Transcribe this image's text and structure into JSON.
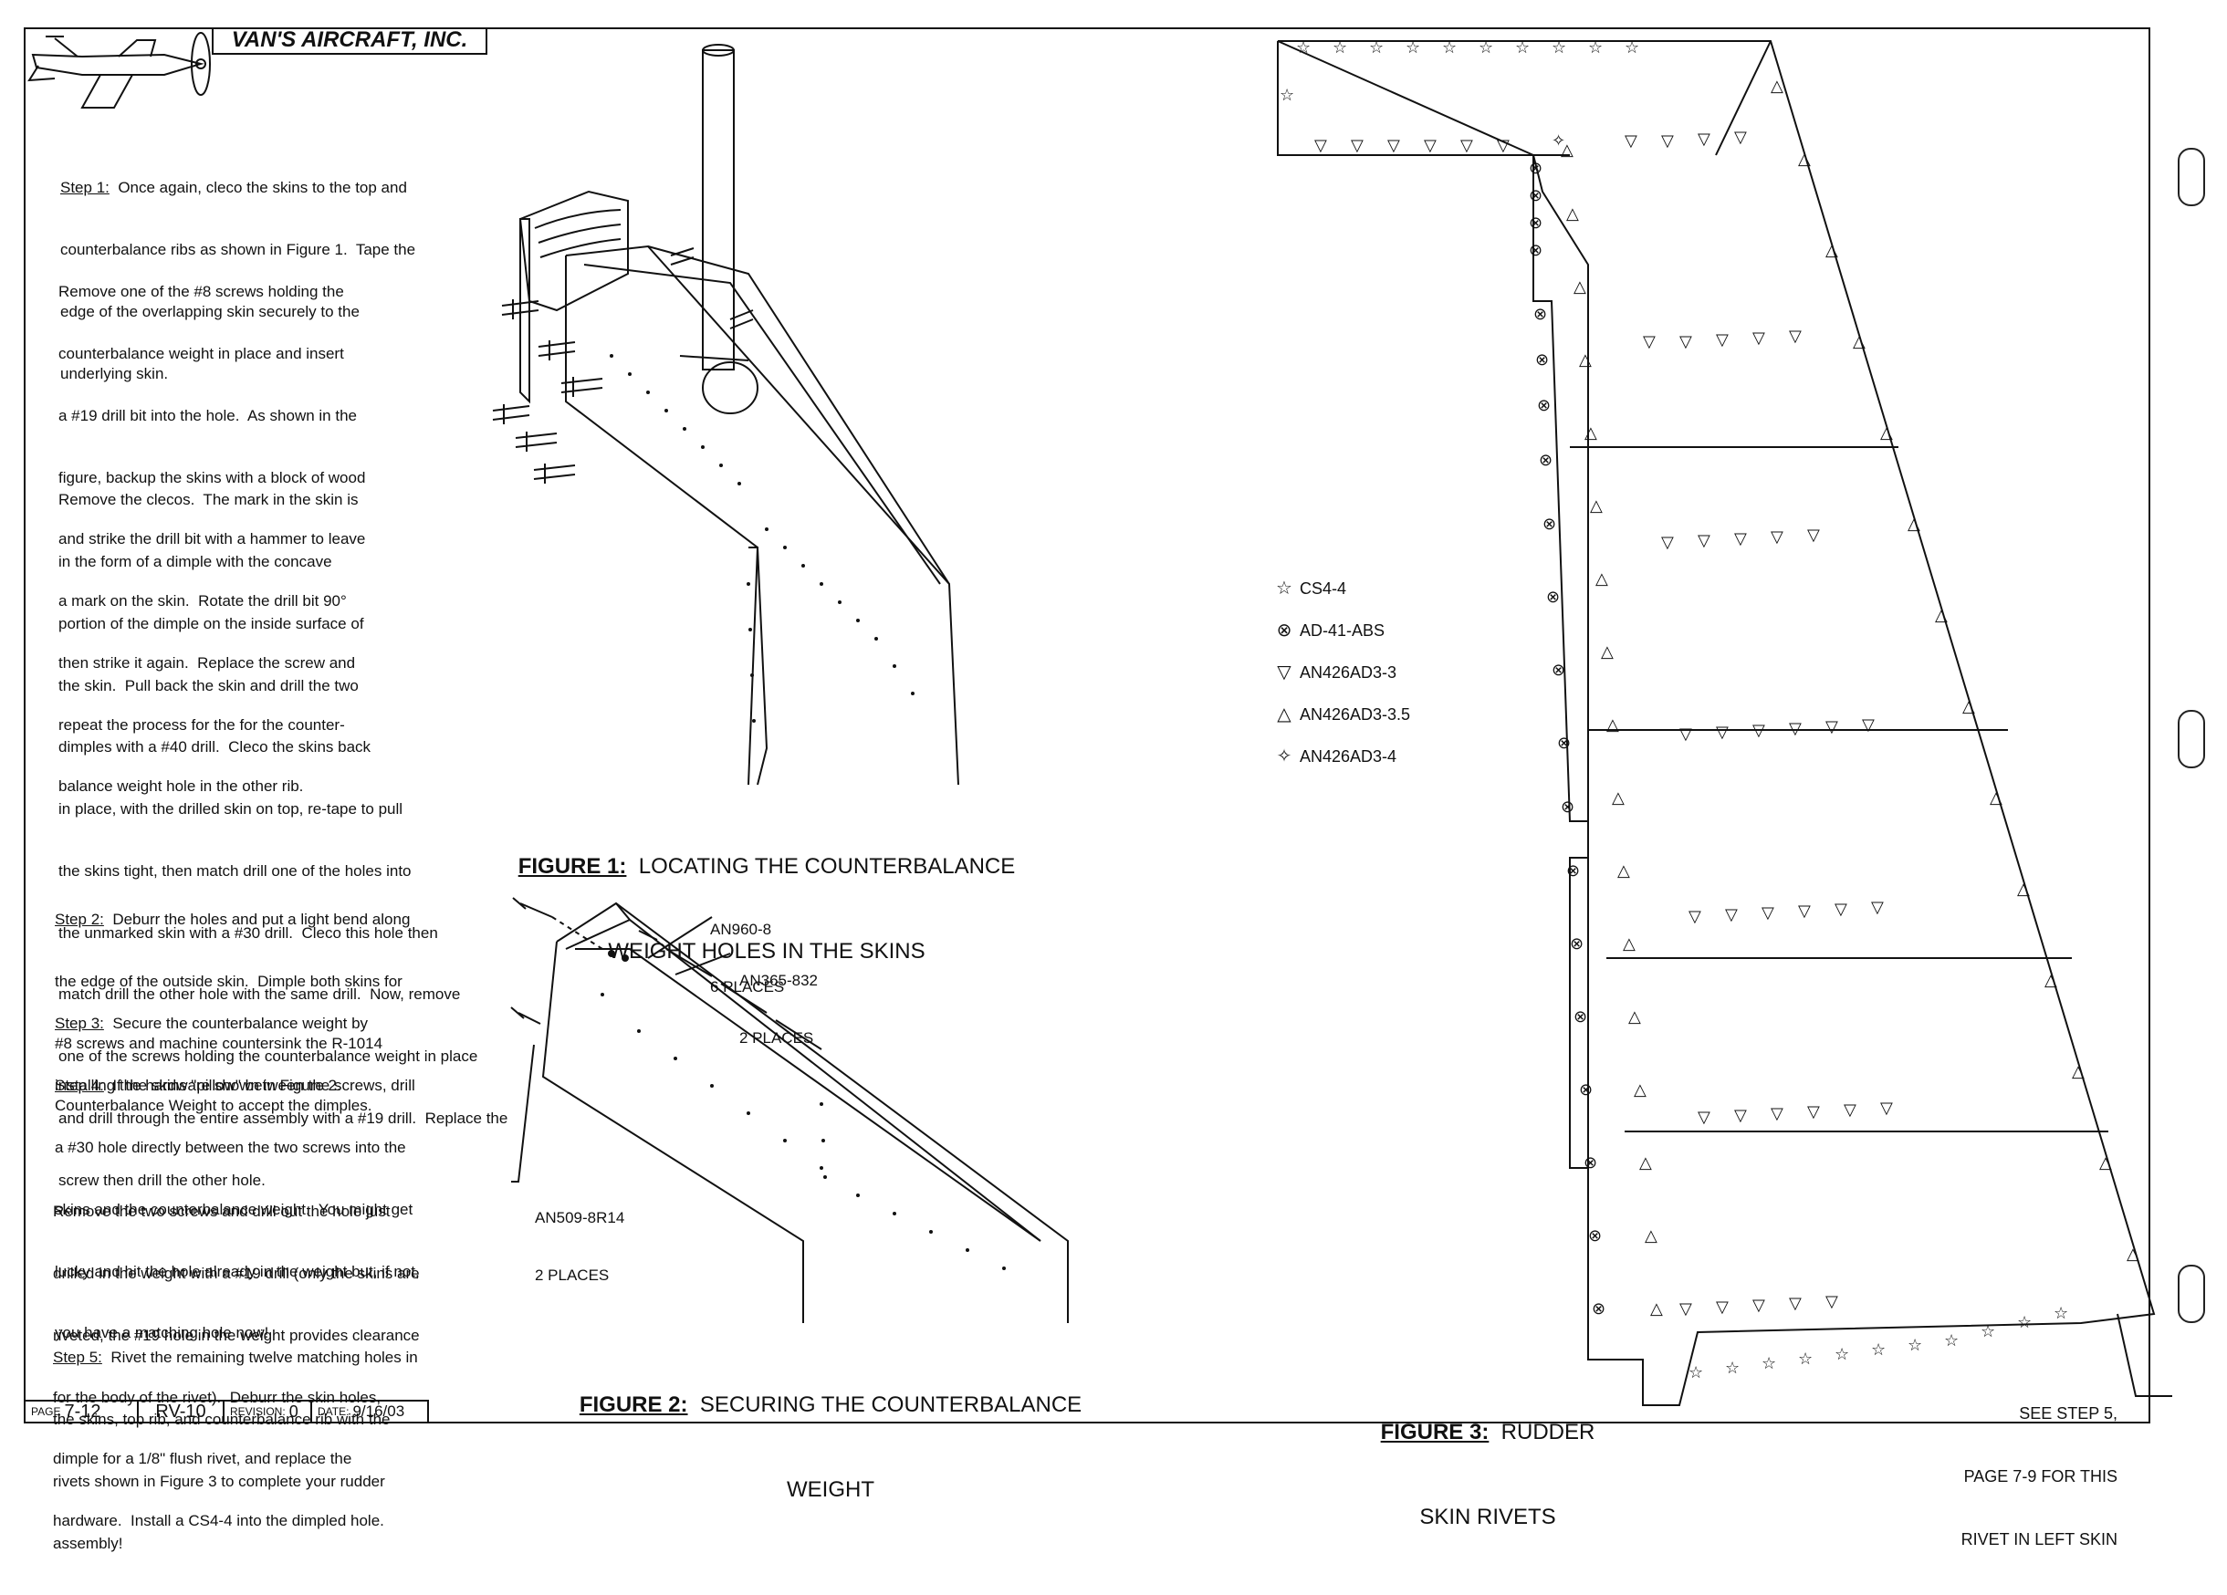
{
  "header": {
    "company": "VAN'S AIRCRAFT, INC."
  },
  "steps_top": {
    "step1_label": "Step 1:",
    "step1_lines": [
      "  Once again, cleco the skins to the top and",
      "counterbalance ribs as shown in Figure 1.  Tape the",
      "edge of the overlapping skin securely to the",
      "underlying skin."
    ],
    "para2_lines": [
      "Remove one of the #8 screws holding the",
      "counterbalance weight in place and insert",
      "a #19 drill bit into the hole.  As shown in the",
      "figure, backup the skins with a block of wood",
      "and strike the drill bit with a hammer to leave",
      "a mark on the skin.  Rotate the drill bit 90°",
      "then strike it again.  Replace the screw and",
      "repeat the process for the for the counter-",
      "balance weight hole in the other rib."
    ],
    "para3_lines": [
      "Remove the clecos.  The mark in the skin is",
      "in the form of a dimple with the concave",
      "portion of the dimple on the inside surface of",
      "the skin.  Pull back the skin and drill the two",
      "dimples with a #40 drill.  Cleco the skins back",
      "in place, with the drilled skin on top, re-tape to pull",
      "the skins tight, then match drill one of the holes into",
      "the unmarked skin with a #30 drill.  Cleco this hole then",
      "match drill the other hole with the same drill.  Now, remove",
      "one of the screws holding the counterbalance weight in place",
      "and drill through the entire assembly with a #19 drill.  Replace the",
      "screw then drill the other hole."
    ]
  },
  "steps_bottom": {
    "step2_label": "Step 2:",
    "step2_lines": [
      "  Deburr the holes and put a light bend along",
      "the edge of the outside skin.  Dimple both skins for",
      "#8 screws and machine countersink the R-1014",
      "Counterbalance Weight to accept the dimples."
    ],
    "step3_label": "Step 3:",
    "step3_lines": [
      "  Secure the counterbalance weight by",
      "installing the hardware shown in Figure 2."
    ],
    "step4_label": "Step 4:",
    "step4_lines": [
      "  If the skins \"pillow\" between the screws, drill",
      "a #30 hole directly between the two screws into the",
      "skins and the counterbalance weight.  You might get",
      "lucky and hit the hole already in the weight but, if not,",
      "you have a matching hole now!"
    ],
    "para_lines": [
      "Remove the two screws and drill out the hole just",
      "drilled in the weight with a #19 drill (only the skins are",
      "riveted, the #19 hole in the weight provides clearance",
      "for the body of the rivet).  Deburr the skin holes,",
      "dimple for a 1/8\" flush rivet, and replace the",
      "hardware.  Install a CS4-4 into the dimpled hole."
    ],
    "step5_label": "Step 5:",
    "step5_lines": [
      "  Rivet the remaining twelve matching holes in",
      "the skins, top rib, and counterbalance rib with the",
      "rivets shown in Figure 3 to complete your rudder",
      "assembly!"
    ]
  },
  "figure1": {
    "label": "FIGURE 1:",
    "caption_line1": "  LOCATING THE COUNTERBALANCE",
    "caption_line2": "WEIGHT HOLES IN THE SKINS"
  },
  "figure2": {
    "label": "FIGURE 2:",
    "caption_line1": "  SECURING THE COUNTERBALANCE",
    "caption_line2": "WEIGHT",
    "callouts": [
      {
        "name": "AN960-8",
        "qty": "6 PLACES"
      },
      {
        "name": "AN365-832",
        "qty": "2 PLACES"
      },
      {
        "name": "AN509-8R14",
        "qty": "2 PLACES"
      }
    ]
  },
  "figure3": {
    "label": "FIGURE 3:",
    "caption_line1": "  RUDDER",
    "caption_line2": "SKIN RIVETS",
    "note_lines": [
      "SEE STEP 5,",
      "PAGE 7-9 FOR THIS",
      "RIVET IN LEFT SKIN"
    ],
    "legend": [
      {
        "symbol": "☆",
        "icon": "star-icon",
        "label": "CS4-4"
      },
      {
        "symbol": "⊗",
        "icon": "circle-x-icon",
        "label": "AD-41-ABS"
      },
      {
        "symbol": "▽",
        "icon": "triangle-down-icon",
        "label": "AN426AD3-3"
      },
      {
        "symbol": "△",
        "icon": "triangle-up-icon",
        "label": "AN426AD3-3.5"
      },
      {
        "symbol": "✧",
        "icon": "four-point-star-icon",
        "label": "AN426AD3-4"
      }
    ]
  },
  "title_block": {
    "page_label": "PAGE",
    "page": "7-12",
    "model": "RV-10",
    "revision_label": "REVISION:",
    "revision": "0",
    "date_label": "DATE:",
    "date": "9/16/03"
  }
}
